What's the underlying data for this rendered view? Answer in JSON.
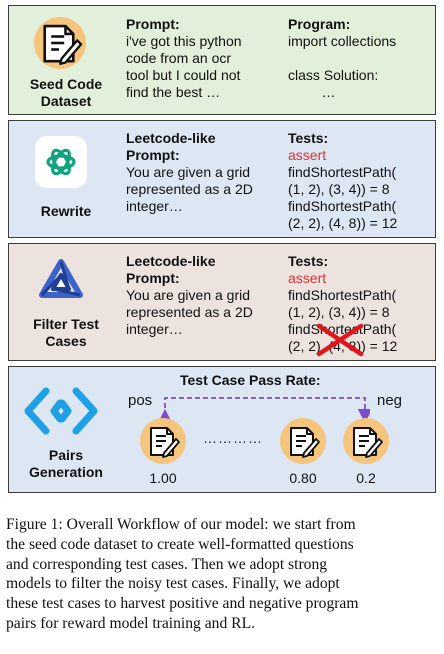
{
  "colors": {
    "panel_green": "#e2efda",
    "panel_blue": "#dde7f4",
    "panel_rose": "#ece3df",
    "red_text": "#e03030",
    "cross_red": "#e0161b",
    "orange_circle": "#f6c57d",
    "arrow_purple": "#7c4dcc",
    "openai_green": "#10a37f",
    "gemini_blue": "#3c63c9",
    "pairs_cyan": "#1ea0e6"
  },
  "panel1": {
    "icon": "document-pen-icon",
    "label_line1": "Seed Code",
    "label_line2": "Dataset",
    "prompt_title": "Prompt:",
    "prompt_lines": [
      "i've got this python",
      "code from an ocr",
      "tool but I could not",
      "find the best …"
    ],
    "program_title": "Program:",
    "program_lines": [
      "import collections",
      "",
      "class Solution:",
      "    …"
    ]
  },
  "panel2": {
    "icon": "openai-logo-icon",
    "label": "Rewrite",
    "prompt_title_line1": "Leetcode-like",
    "prompt_title_line2": "Prompt:",
    "prompt_lines": [
      "You are given a grid",
      "represented as a 2D",
      "integer…"
    ],
    "tests_title": "Tests:",
    "assert": "assert",
    "test_lines": [
      "findShortestPath(",
      "(1, 2), (3, 4)) = 8",
      "findShortestPath(",
      "(2, 2), (4, 8)) = 12"
    ]
  },
  "panel3": {
    "icon": "triangle-model-logo-icon",
    "label_line1": "Filter Test",
    "label_line2": "Cases",
    "prompt_title_line1": "Leetcode-like",
    "prompt_title_line2": "Prompt:",
    "prompt_lines": [
      "You are given a grid",
      "represented as a 2D",
      "integer…"
    ],
    "tests_title": "Tests:",
    "assert": "assert",
    "test_lines": [
      "findShortestPath(",
      "(1, 2), (3, 4)) = 8",
      "findShortestPath(",
      "(2, 2), (4, 8)) = 12"
    ],
    "cross_icon": "red-x-icon"
  },
  "panel4": {
    "icon": "pairs-arrows-icon",
    "label_line1": "Pairs",
    "label_line2": "Generation",
    "rate_title": "Test Case Pass Rate:",
    "pos": "pos",
    "neg": "neg",
    "dots": "…………",
    "values": [
      "1.00",
      "0.80",
      "0.2"
    ]
  },
  "caption_lines": [
    "Figure 1: Overall Workflow of our model: we start from",
    "the seed code dataset to create well-formatted questions",
    "and corresponding test cases.  Then we adopt strong",
    "models to filter the noisy test cases.  Finally, we adopt",
    "these test cases to harvest positive and negative program",
    "pairs for reward model training and RL."
  ]
}
